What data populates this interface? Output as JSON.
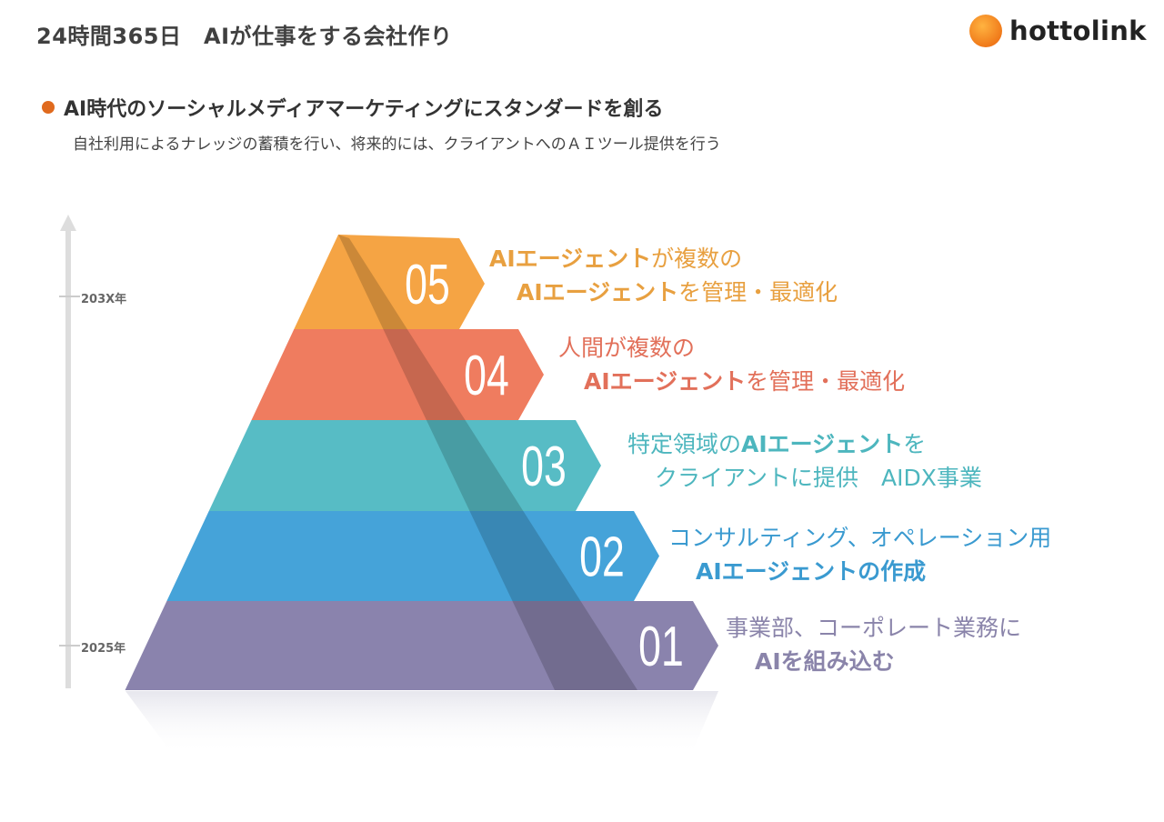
{
  "header": {
    "title": "24時間365日　AIが仕事をする会社作り",
    "logo_text": "hottolink"
  },
  "heading": {
    "title": "AI時代のソーシャルメディアマーケティングにスタンダードを創る",
    "subtitle": "自社利用によるナレッジの蓄積を行い、将来的には、クライアントへのＡＩツール提供を行う",
    "bullet_color": "#E06A1E"
  },
  "axis": {
    "top_label": "203X年",
    "bottom_label": "2025年"
  },
  "steps": [
    {
      "number": "01",
      "color": "#8A83AD",
      "text_color": "#8A84AA",
      "lines": [
        [
          {
            "t": "事業部、コーポレート業務に",
            "b": false
          }
        ],
        [
          {
            "t": "AIを組み込む",
            "b": true
          }
        ]
      ]
    },
    {
      "number": "02",
      "color": "#45A3D9",
      "text_color": "#3A9AD0",
      "lines": [
        [
          {
            "t": "コンサルティング、オペレーション用",
            "b": false
          }
        ],
        [
          {
            "t": "AIエージェントの作成",
            "b": true
          }
        ]
      ]
    },
    {
      "number": "03",
      "color": "#57BCC5",
      "text_color": "#4DB6BE",
      "lines": [
        [
          {
            "t": "特定領域の",
            "b": false
          },
          {
            "t": "AIエージェント",
            "b": true
          },
          {
            "t": "を",
            "b": false
          }
        ],
        [
          {
            "t": "クライアントに提供　AIDX事業",
            "b": false
          }
        ]
      ]
    },
    {
      "number": "04",
      "color": "#EF7C5F",
      "text_color": "#E2705A",
      "lines": [
        [
          {
            "t": "人間が複数の",
            "b": false
          }
        ],
        [
          {
            "t": "AIエージェント",
            "b": true
          },
          {
            "t": "を管理・最適化",
            "b": false
          }
        ]
      ]
    },
    {
      "number": "05",
      "color": "#F5A444",
      "text_color": "#E8A040",
      "lines": [
        [
          {
            "t": "AIエージェント",
            "b": true
          },
          {
            "t": "が複数の",
            "b": false
          }
        ],
        [
          {
            "t": "AIエージェント",
            "b": true
          },
          {
            "t": "を管理・最適化",
            "b": false
          }
        ]
      ]
    }
  ]
}
